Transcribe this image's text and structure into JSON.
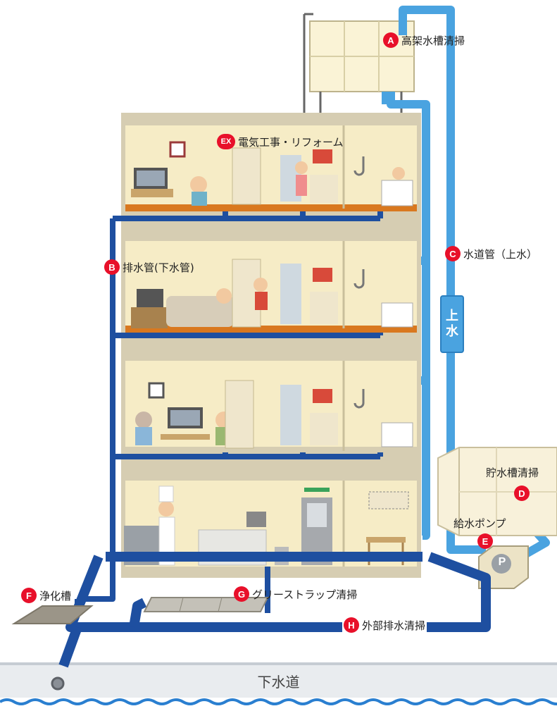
{
  "labels": {
    "a": {
      "badge": "A",
      "text": "高架水槽清掃"
    },
    "ex": {
      "badge": "EX",
      "text": "電気工事・リフォーム"
    },
    "b": {
      "badge": "B",
      "text": "排水管(下水管)"
    },
    "c": {
      "badge": "C",
      "text": "水道管（上水）"
    },
    "d": {
      "badge": "D",
      "text": "貯水槽清掃"
    },
    "e": {
      "badge": "E",
      "text": "給水ポンプ"
    },
    "f": {
      "badge": "F",
      "text": "浄化槽"
    },
    "g": {
      "badge": "G",
      "text": "グリーストラップ清掃"
    },
    "h": {
      "badge": "H",
      "text": "外部排水清掃"
    }
  },
  "pipe_marker": {
    "line1": "上",
    "line2": "水"
  },
  "pump_letter": "P",
  "sewer_label": "下水道",
  "colors": {
    "drain_pipe": "#1e4fa0",
    "water_pipe": "#4aa3e0",
    "wall": "#f6ecc6",
    "floor": "#d9781f",
    "badge": "#e8102a"
  }
}
